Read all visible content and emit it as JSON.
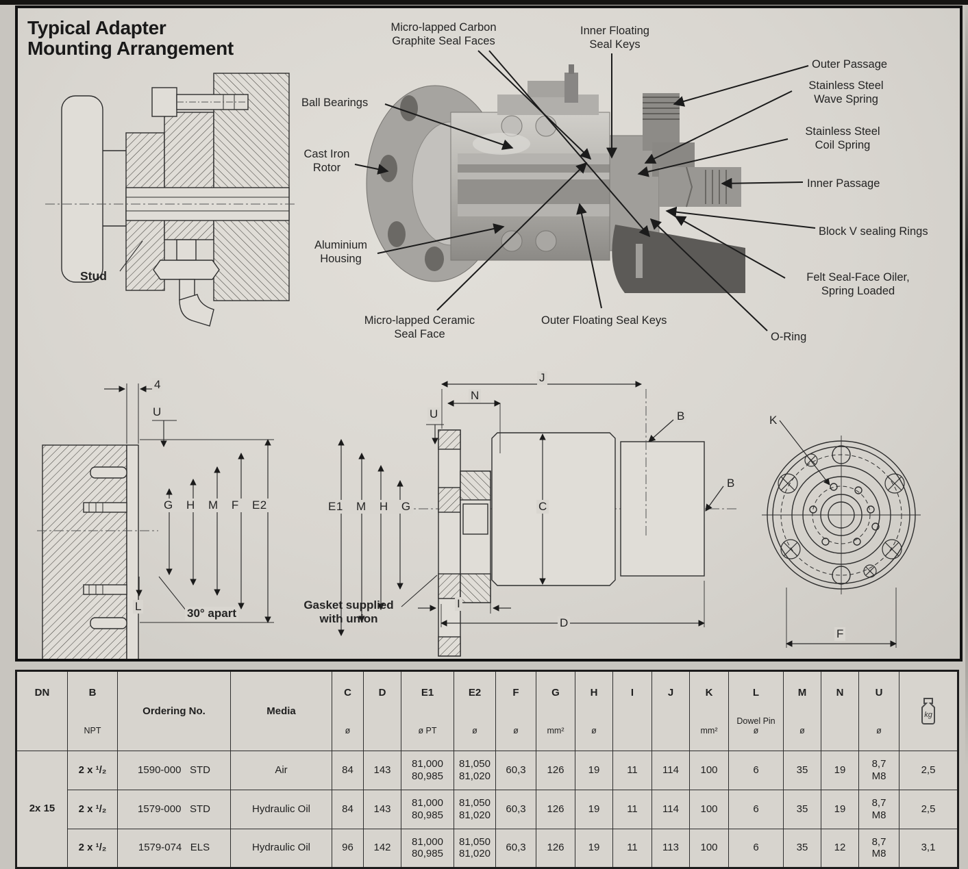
{
  "page": {
    "title": "Typical Adapter\nMounting Arrangement"
  },
  "cutaway": {
    "labels": {
      "carbon_seal": "Micro-lapped Carbon\nGraphite Seal Faces",
      "inner_floating": "Inner Floating\nSeal Keys",
      "outer_passage": "Outer Passage",
      "wave_spring": "Stainless Steel\nWave Spring",
      "coil_spring": "Stainless Steel\nCoil Spring",
      "inner_passage": "Inner Passage",
      "block_v": "Block V sealing Rings",
      "felt_oiler": "Felt Seal-Face Oiler,\nSpring Loaded",
      "o_ring": "O-Ring",
      "ball_bearings": "Ball Bearings",
      "cast_iron_rotor": "Cast Iron\nRotor",
      "aluminium_housing": "Aluminium\nHousing",
      "ceramic_seal": "Micro-lapped Ceramic\nSeal Face",
      "outer_floating": "Outer Floating Seal Keys",
      "stud": "Stud"
    }
  },
  "left_dims": {
    "four": "4",
    "u": "U",
    "row": "G H M F E2",
    "l": "L",
    "apart": "30° apart"
  },
  "mid_dims": {
    "j": "J",
    "n": "N",
    "u": "U",
    "row": "E1 M H G",
    "c": "C",
    "b1": "B",
    "b2": "B",
    "gasket": "Gasket supplied\nwith union",
    "i": "I",
    "d": "D"
  },
  "right_dims": {
    "k": "K",
    "f": "F"
  },
  "table": {
    "dn": "2x 15",
    "weight_icon_label": "kg",
    "headers": [
      {
        "label": "DN",
        "sub": ""
      },
      {
        "label": "B",
        "sub": "NPT"
      },
      {
        "label": "Ordering No.",
        "sub": ""
      },
      {
        "label": "Media",
        "sub": ""
      },
      {
        "label": "C",
        "sub": "ø"
      },
      {
        "label": "D",
        "sub": ""
      },
      {
        "label": "E1",
        "sub": "ø PT"
      },
      {
        "label": "E2",
        "sub": "ø"
      },
      {
        "label": "F",
        "sub": "ø"
      },
      {
        "label": "G",
        "sub": "mm²"
      },
      {
        "label": "H",
        "sub": "ø"
      },
      {
        "label": "I",
        "sub": ""
      },
      {
        "label": "J",
        "sub": ""
      },
      {
        "label": "K",
        "sub": "mm²"
      },
      {
        "label": "L",
        "sub": "Dowel Pin\nø"
      },
      {
        "label": "M",
        "sub": "ø"
      },
      {
        "label": "N",
        "sub": ""
      },
      {
        "label": "U",
        "sub": "ø"
      },
      {
        "label": "",
        "sub": ""
      }
    ],
    "rows": [
      {
        "cells": [
          "2 x ¹/₂",
          "1590-000   STD",
          "Air",
          "84",
          "143",
          "81,000\n80,985",
          "81,050\n81,020",
          "60,3",
          "126",
          "19",
          "11",
          "114",
          "100",
          "6",
          "35",
          "19",
          "8,7\nM8",
          "2,5"
        ]
      },
      {
        "cells": [
          "2 x ¹/₂",
          "1579-000   STD",
          "Hydraulic Oil",
          "84",
          "143",
          "81,000\n80,985",
          "81,050\n81,020",
          "60,3",
          "126",
          "19",
          "11",
          "114",
          "100",
          "6",
          "35",
          "19",
          "8,7\nM8",
          "2,5"
        ]
      },
      {
        "cells": [
          "2 x ¹/₂",
          "1579-074   ELS",
          "Hydraulic Oil",
          "96",
          "142",
          "81,000\n80,985",
          "81,050\n81,020",
          "60,3",
          "126",
          "19",
          "11",
          "113",
          "100",
          "6",
          "35",
          "12",
          "8,7\nM8",
          "3,1"
        ]
      }
    ]
  }
}
